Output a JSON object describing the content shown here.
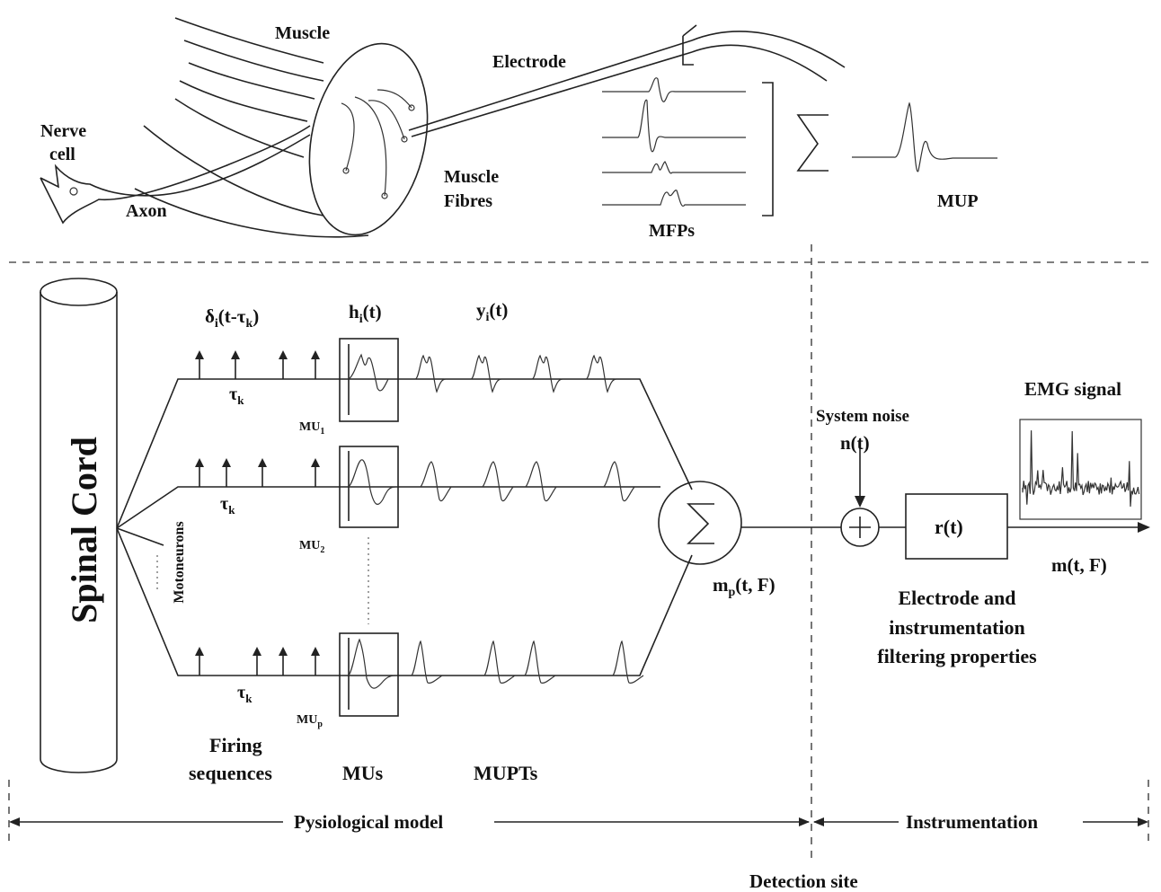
{
  "top": {
    "muscle": "Muscle",
    "electrode": "Electrode",
    "nerve_cell": [
      "Nerve",
      "cell"
    ],
    "axon": "Axon",
    "muscle_fibres": [
      "Muscle",
      "Fibres"
    ],
    "mfps": "MFPs",
    "mup": "MUP"
  },
  "model": {
    "spinal_cord": "Spinal Cord",
    "motoneurons": "Motoneurons",
    "delta": "δ",
    "delta_sub": "i",
    "delta_args": "(t-τ",
    "delta_sub2": "k",
    "delta_close": ")",
    "h": "h",
    "h_sub": "i",
    "h_args": "(t)",
    "y": "y",
    "y_sub": "i",
    "y_args": "(t)",
    "tau": "τ",
    "tau_sub": "k",
    "mu": "MU",
    "mu_subs": [
      "1",
      "2",
      "p"
    ],
    "mp": "m",
    "mp_sub": "p",
    "mp_args": "(t, F)",
    "firing_sequences": [
      "Firing",
      "sequences"
    ],
    "mus": "MUs",
    "mupts": "MUPTs"
  },
  "instrumentation": {
    "emg_signal": "EMG signal",
    "system_noise": "System noise",
    "n_t": "n(t)",
    "r_t": "r(t)",
    "m_t": "m(t, F)",
    "filter_caption": [
      "Electrode and",
      "instrumentation",
      "filtering properties"
    ]
  },
  "bottom": {
    "physiological_model": "Pysiological model",
    "instrumentation": "Instrumentation",
    "detection_site": "Detection site"
  }
}
